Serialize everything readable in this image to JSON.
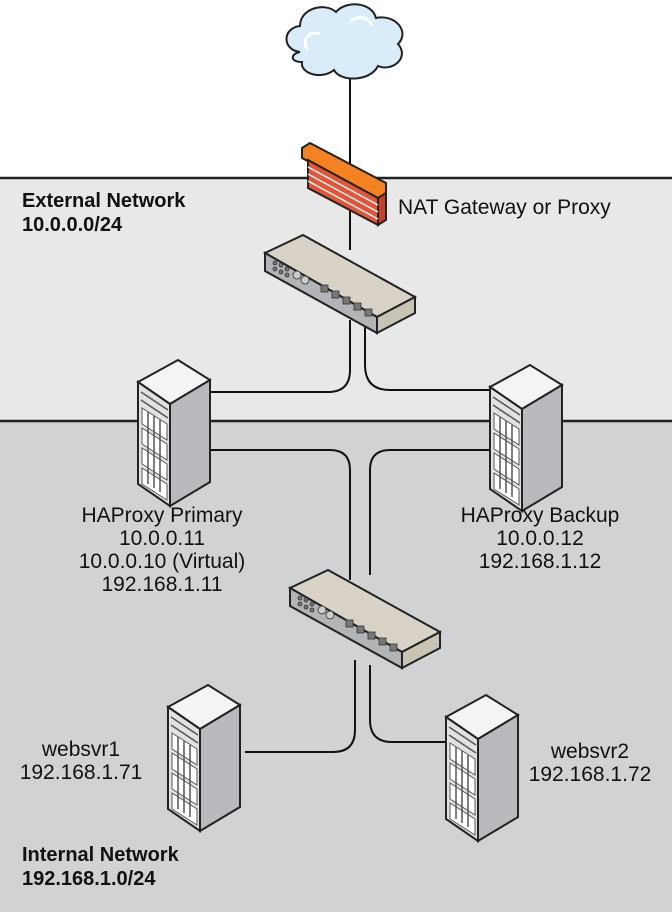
{
  "zones": {
    "external": {
      "name": "External Network",
      "subnet": "10.0.0.0/24",
      "color": "#e8e8e8"
    },
    "internal": {
      "name": "Internal Network",
      "subnet": "192.168.1.0/24",
      "color": "#d1d2d4"
    }
  },
  "nodes": {
    "internet": {
      "icon": "cloud-icon"
    },
    "gateway": {
      "icon": "firewall-icon",
      "label": "NAT Gateway or Proxy"
    },
    "external_switch": {
      "icon": "switch-icon"
    },
    "internal_switch": {
      "icon": "switch-icon"
    },
    "haproxy_primary": {
      "icon": "server-icon",
      "name": "HAProxy Primary",
      "lines": [
        "10.0.0.11",
        "10.0.0.10 (Virtual)",
        "192.168.1.11"
      ]
    },
    "haproxy_backup": {
      "icon": "server-icon",
      "name": "HAProxy Backup",
      "lines": [
        "10.0.0.12",
        "192.168.1.12"
      ]
    },
    "websvr1": {
      "icon": "server-icon",
      "name": "websvr1",
      "lines": [
        "192.168.1.71"
      ]
    },
    "websvr2": {
      "icon": "server-icon",
      "name": "websvr2",
      "lines": [
        "192.168.1.72"
      ]
    }
  }
}
